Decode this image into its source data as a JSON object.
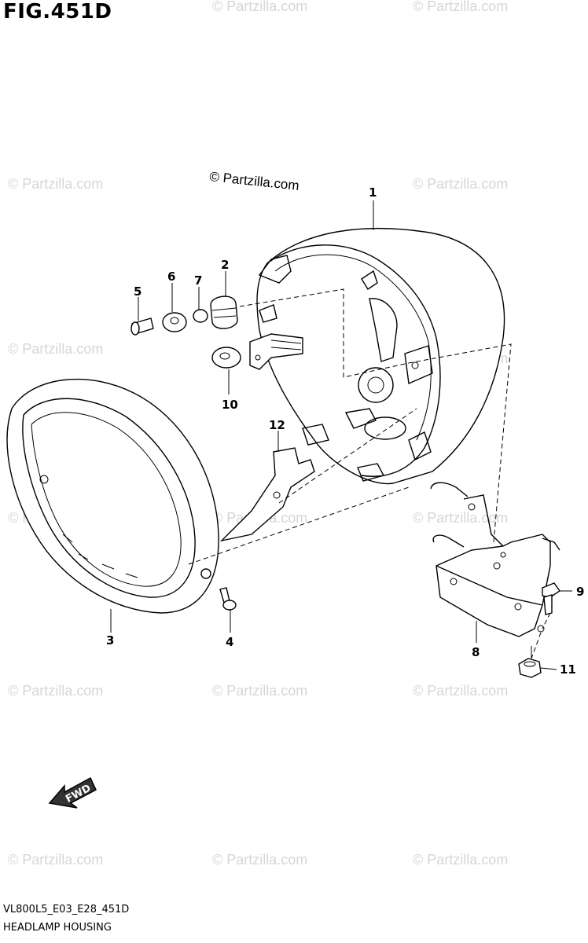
{
  "figure": {
    "title": "FIG.451D"
  },
  "watermark": {
    "text": "© Partzilla.com",
    "banner": "© Partzilla.com"
  },
  "callouts": {
    "p1": "1",
    "p2": "2",
    "p3": "3",
    "p4": "4",
    "p5": "5",
    "p6": "6",
    "p7": "7",
    "p8": "8",
    "p9": "9",
    "p10": "10",
    "p11": "11",
    "p12": "12"
  },
  "direction_label": "FWD",
  "footer": {
    "code": "VL800L5_E03_E28_451D",
    "title": "HEADLAMP HOUSING"
  }
}
